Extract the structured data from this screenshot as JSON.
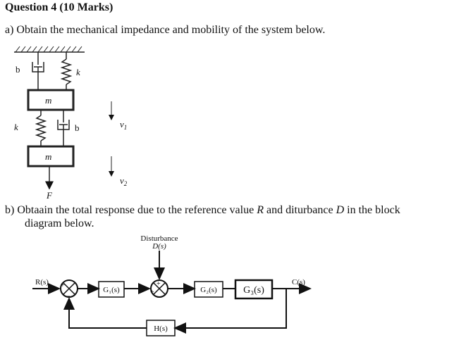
{
  "question": {
    "title": "Question 4 (10 Marks)",
    "part_a": "a)  Obtain the mechanical impedance and mobility of the system below.",
    "part_b_prefix": "b)  Obtaain the total response due to the reference value ",
    "part_b_R": "R",
    "part_b_mid": " and diturbance ",
    "part_b_D": "D",
    "part_b_suffix": " in the block",
    "part_b_line2": "diagram below."
  },
  "mechanical": {
    "damper_top_label": "b",
    "spring_top_label": "k",
    "mass_top_label": "m",
    "spring_bottom_label": "k",
    "damper_bottom_label": "b",
    "mass_bottom_label": "m",
    "force_label": "F",
    "velocity1_label": "v",
    "velocity1_sub": "1",
    "velocity2_label": "v",
    "velocity2_sub": "2"
  },
  "block_diagram": {
    "disturbance_title": "Disturbance",
    "disturbance_sub": "D(s)",
    "input_label": "R(s)",
    "output_label": "C(s)",
    "g1": "G₁(s)",
    "g2": "G₂(s)",
    "g3": "G₃(s)",
    "h": "H(s)",
    "plus": "+",
    "minus": "−"
  }
}
